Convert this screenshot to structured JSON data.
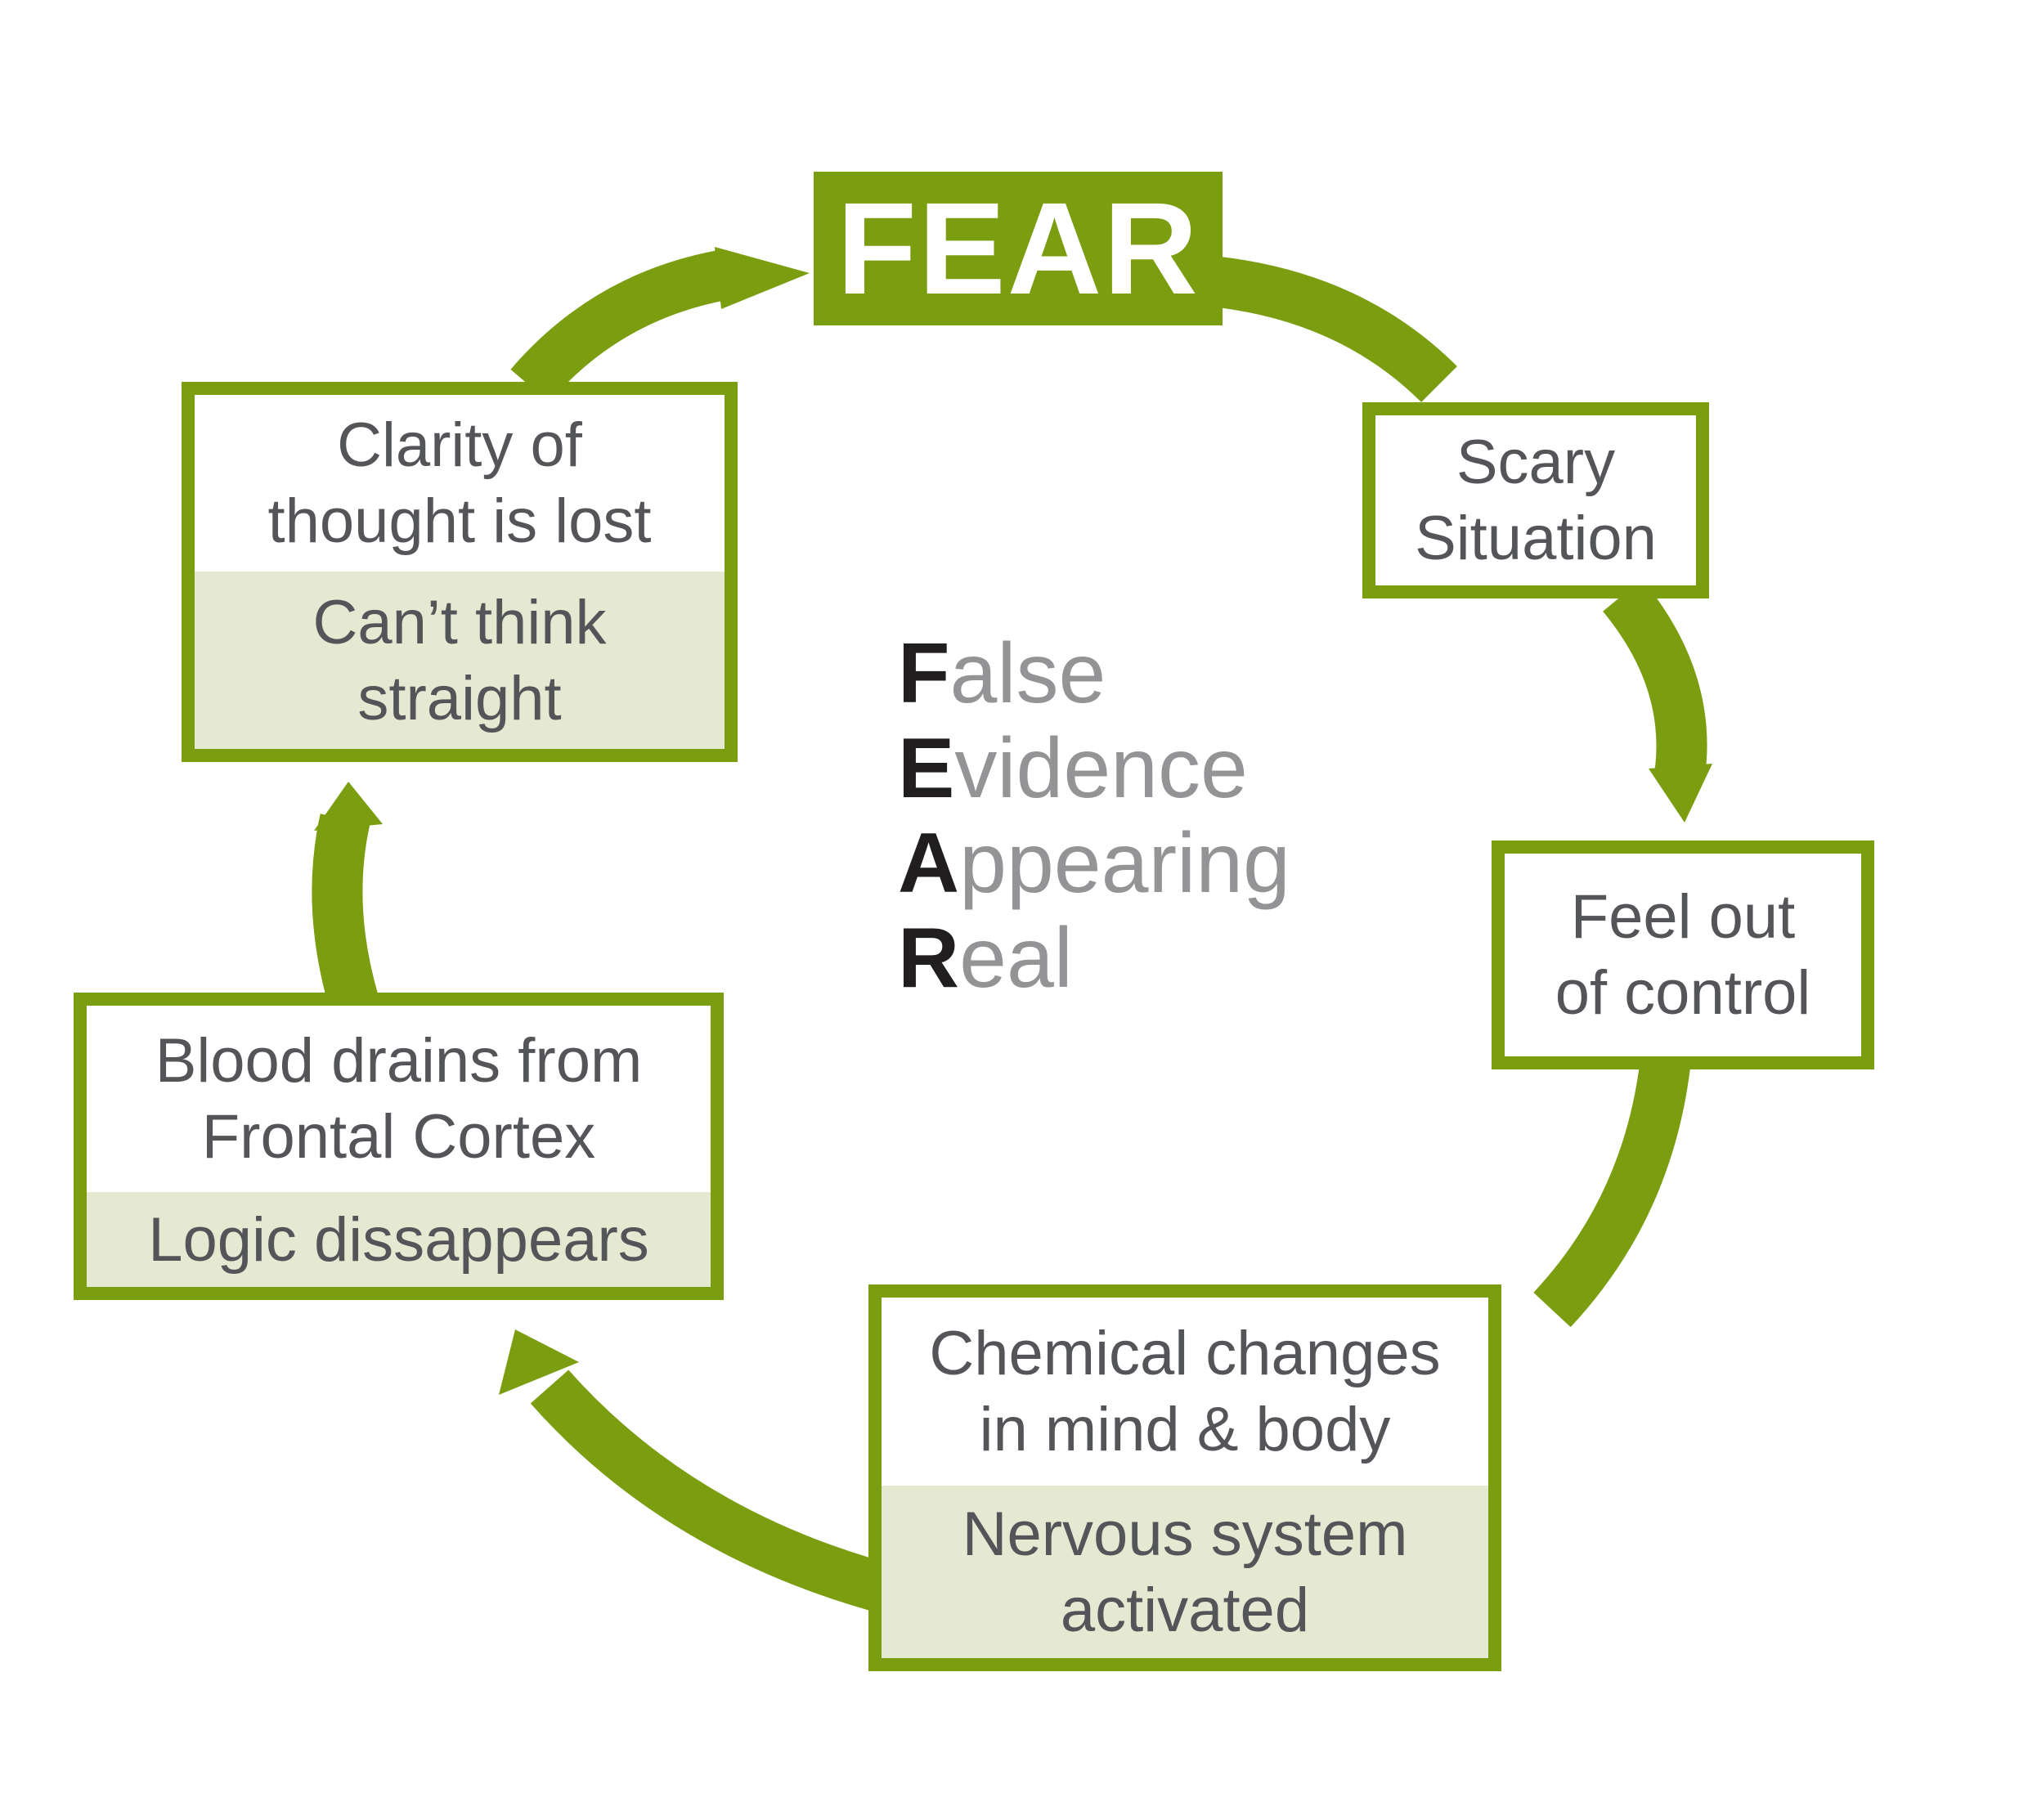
{
  "title": "FEAR",
  "acronym": {
    "lines": [
      {
        "initial": "F",
        "rest": "alse"
      },
      {
        "initial": "E",
        "rest": "vidence"
      },
      {
        "initial": "A",
        "rest": "ppearing"
      },
      {
        "initial": "R",
        "rest": "eal"
      }
    ]
  },
  "nodes": {
    "scary": {
      "primary": "Scary\nSituation"
    },
    "feel": {
      "primary": "Feel out\nof control"
    },
    "chemical": {
      "primary": "Chemical changes\nin mind & body",
      "secondary": "Nervous system\nactivated"
    },
    "blood": {
      "primary": "Blood drains from\nFrontal Cortex",
      "secondary": "Logic dissappears"
    },
    "clarity": {
      "primary": "Clarity of\nthought is lost",
      "secondary": "Can’t think\nstraight"
    }
  },
  "colors": {
    "green": "#7a9e10",
    "light_green": "#e5e9d2",
    "box_text_gray": "#545559",
    "acronym_gray": "#949496",
    "acronym_dark": "#211e1f",
    "title_text": "#ffffff"
  }
}
